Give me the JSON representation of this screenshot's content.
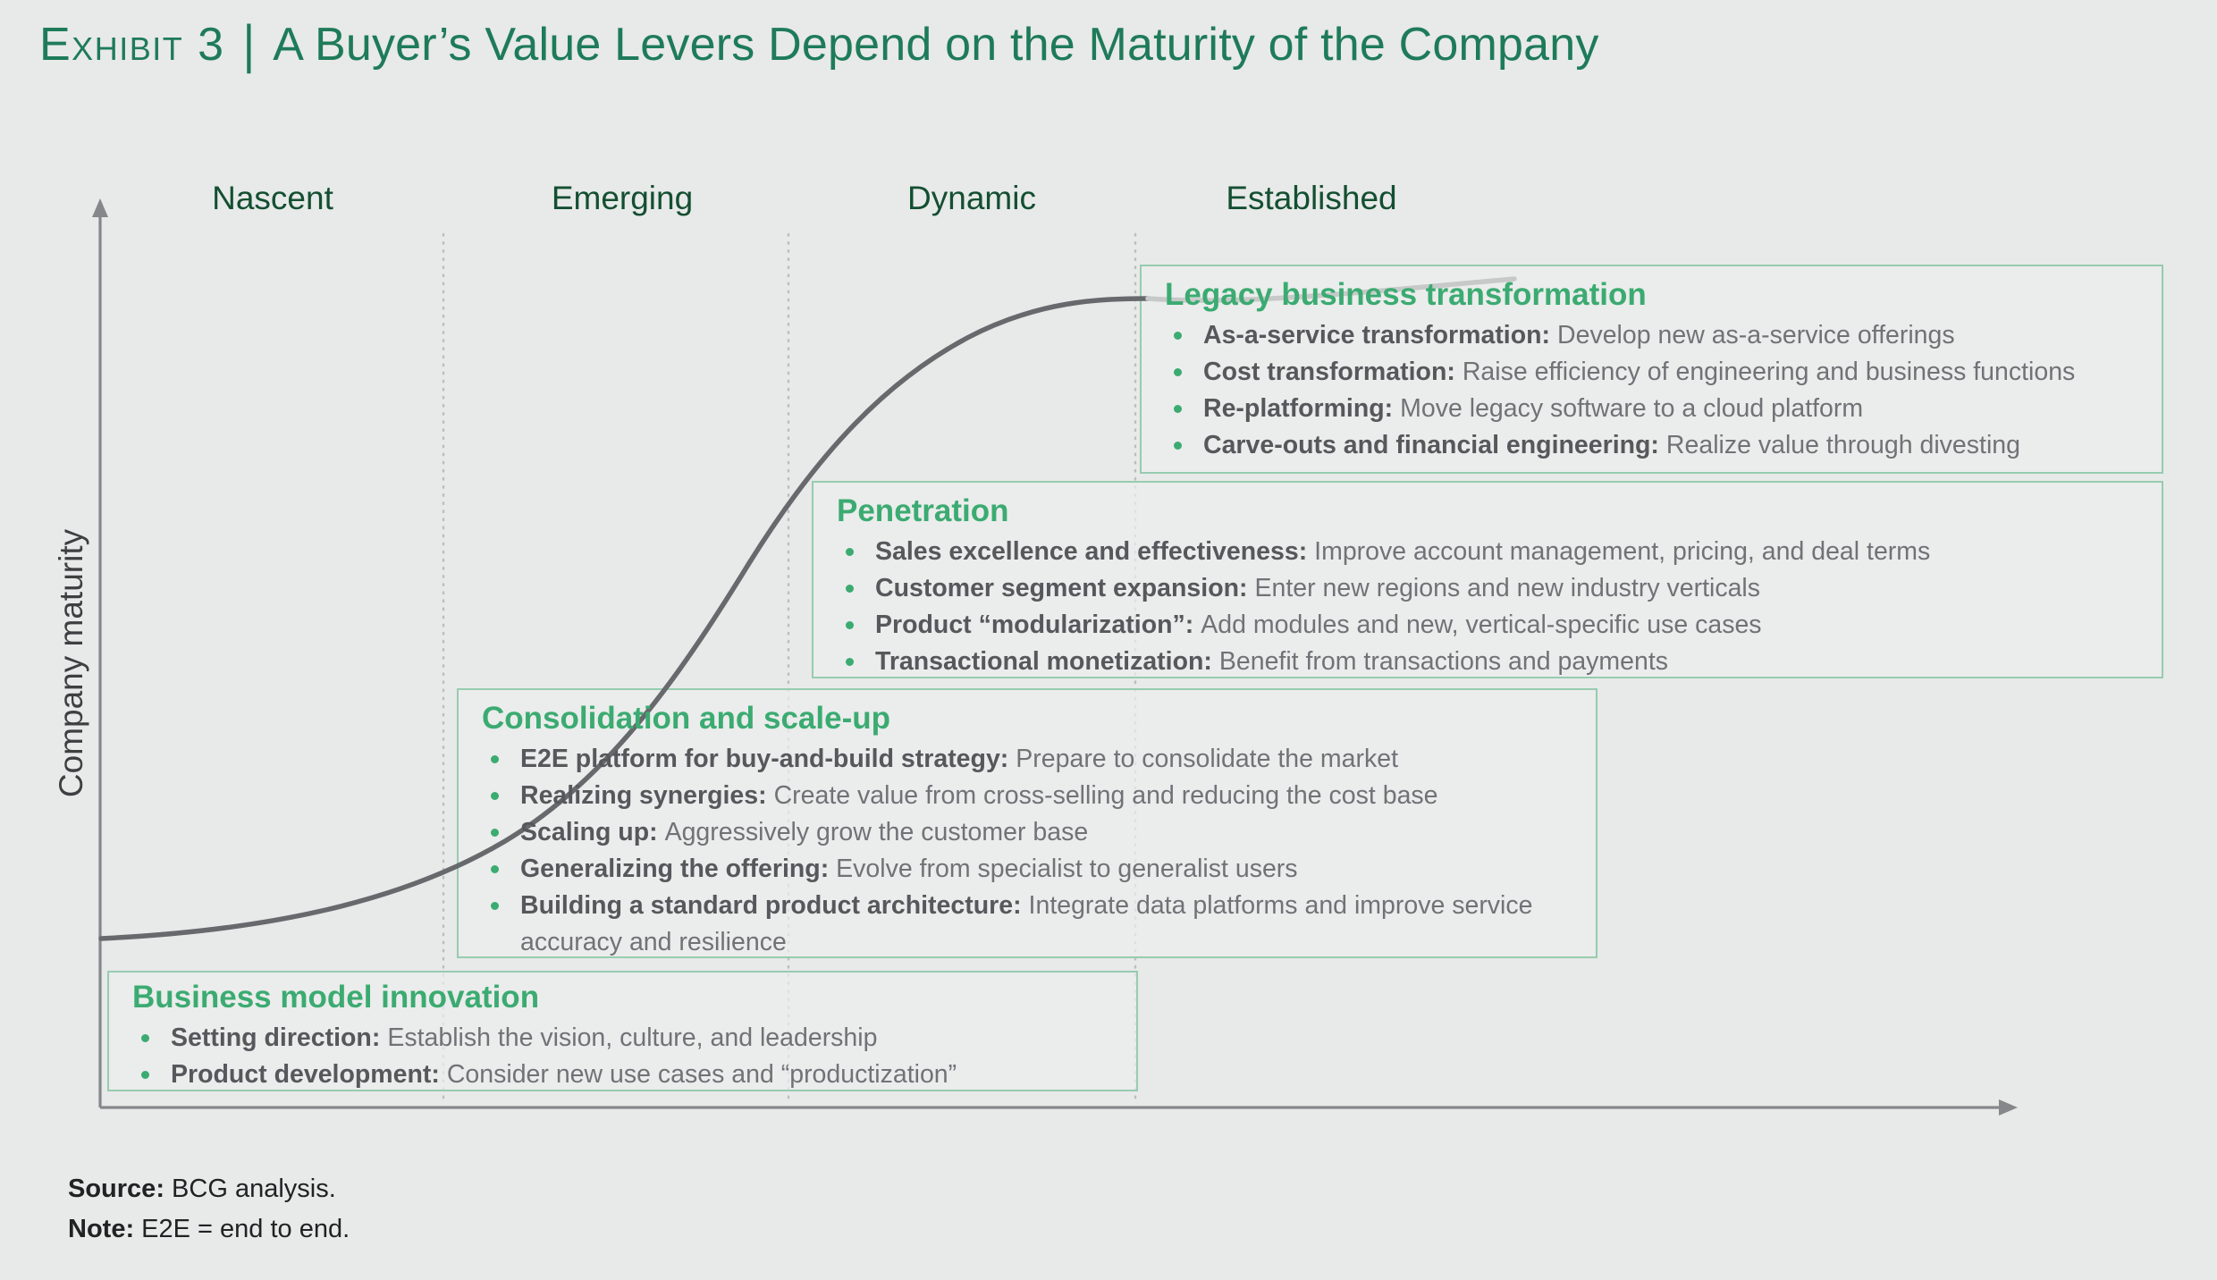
{
  "title": {
    "exhibit_label": "Exhibit 3",
    "separator": "|",
    "text": "A Buyer’s Value Levers Depend on the Maturity of the Company"
  },
  "axes": {
    "y_label": "Company maturity"
  },
  "stages": [
    {
      "label": "Nascent"
    },
    {
      "label": "Emerging"
    },
    {
      "label": "Dynamic"
    },
    {
      "label": "Established"
    }
  ],
  "boxes": [
    {
      "title": "Legacy business transformation",
      "bullets": [
        {
          "lead": "As-a-service transformation:",
          "text": "Develop new as-a-service offerings"
        },
        {
          "lead": "Cost transformation:",
          "text": "Raise efficiency of engineering and business functions"
        },
        {
          "lead": "Re-platforming:",
          "text": "Move legacy software to a cloud platform"
        },
        {
          "lead": "Carve-outs and financial engineering:",
          "text": "Realize value through divesting"
        }
      ]
    },
    {
      "title": "Penetration",
      "bullets": [
        {
          "lead": "Sales excellence and effectiveness:",
          "text": "Improve account management, pricing, and deal terms"
        },
        {
          "lead": "Customer segment expansion:",
          "text": "Enter new regions and new industry verticals"
        },
        {
          "lead": "Product “modularization”:",
          "text": "Add modules and new, vertical-specific use cases"
        },
        {
          "lead": "Transactional monetization:",
          "text": "Benefit from transactions and payments"
        }
      ]
    },
    {
      "title": "Consolidation and scale-up",
      "bullets": [
        {
          "lead": "E2E platform for buy-and-build strategy:",
          "text": "Prepare to consolidate the market"
        },
        {
          "lead": "Realizing synergies:",
          "text": "Create value from cross-selling and reducing the cost base"
        },
        {
          "lead": "Scaling up:",
          "text": "Aggressively grow the customer base"
        },
        {
          "lead": "Generalizing the offering:",
          "text": "Evolve from specialist to generalist users"
        },
        {
          "lead": "Building a standard product architecture:",
          "text": "Integrate data platforms and improve service accuracy and resilience"
        }
      ]
    },
    {
      "title": "Business model innovation",
      "bullets": [
        {
          "lead": "Setting direction:",
          "text": "Establish the vision, culture, and leadership"
        },
        {
          "lead": "Product development:",
          "text": "Consider new use cases and “productization”"
        }
      ]
    }
  ],
  "footer": {
    "source_label": "Source:",
    "source_text": "BCG analysis.",
    "note_label": "Note:",
    "note_text": "E2E = end to end."
  },
  "colors": {
    "background": "#e8e9e9",
    "title_green": "#1e7b5a",
    "stage_green": "#134f31",
    "box_heading_green": "#3bab71",
    "bullet_dot_green": "#3bab71",
    "box_border_green": "#97ccb0",
    "curve_dark": "#67696c",
    "curve_light": "#c7c9c9",
    "axis_gray": "#85878a",
    "divider_gray": "#bcbebe",
    "lead_text_gray": "#56585b",
    "body_text_gray": "#707376",
    "footer_text": "#202223"
  }
}
